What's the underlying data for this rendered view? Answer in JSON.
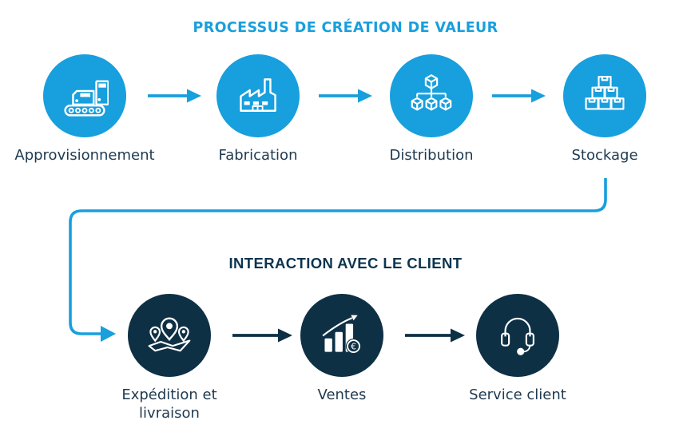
{
  "colors": {
    "background": "#ffffff",
    "accent_blue": "#189FDD",
    "dark_navy": "#0E3044",
    "label_text": "#1E3A50",
    "title_navy": "#0C3450"
  },
  "process_flow": {
    "title": "PROCESSUS DE CRÉATION DE VALEUR",
    "steps": [
      {
        "label": "Approvisionnement",
        "icon": "conveyor-belt-boxes-icon"
      },
      {
        "label": "Fabrication",
        "icon": "factory-icon"
      },
      {
        "label": "Distribution",
        "icon": "distribution-network-icon"
      },
      {
        "label": "Stockage",
        "icon": "stacked-boxes-icon"
      }
    ]
  },
  "client_flow": {
    "title": "INTERACTION AVEC LE CLIENT",
    "steps": [
      {
        "label": "Expédition et livraison",
        "icon": "map-pins-delivery-icon"
      },
      {
        "label": "Ventes",
        "icon": "sales-growth-euro-icon"
      },
      {
        "label": "Service client",
        "icon": "headset-icon"
      }
    ]
  }
}
